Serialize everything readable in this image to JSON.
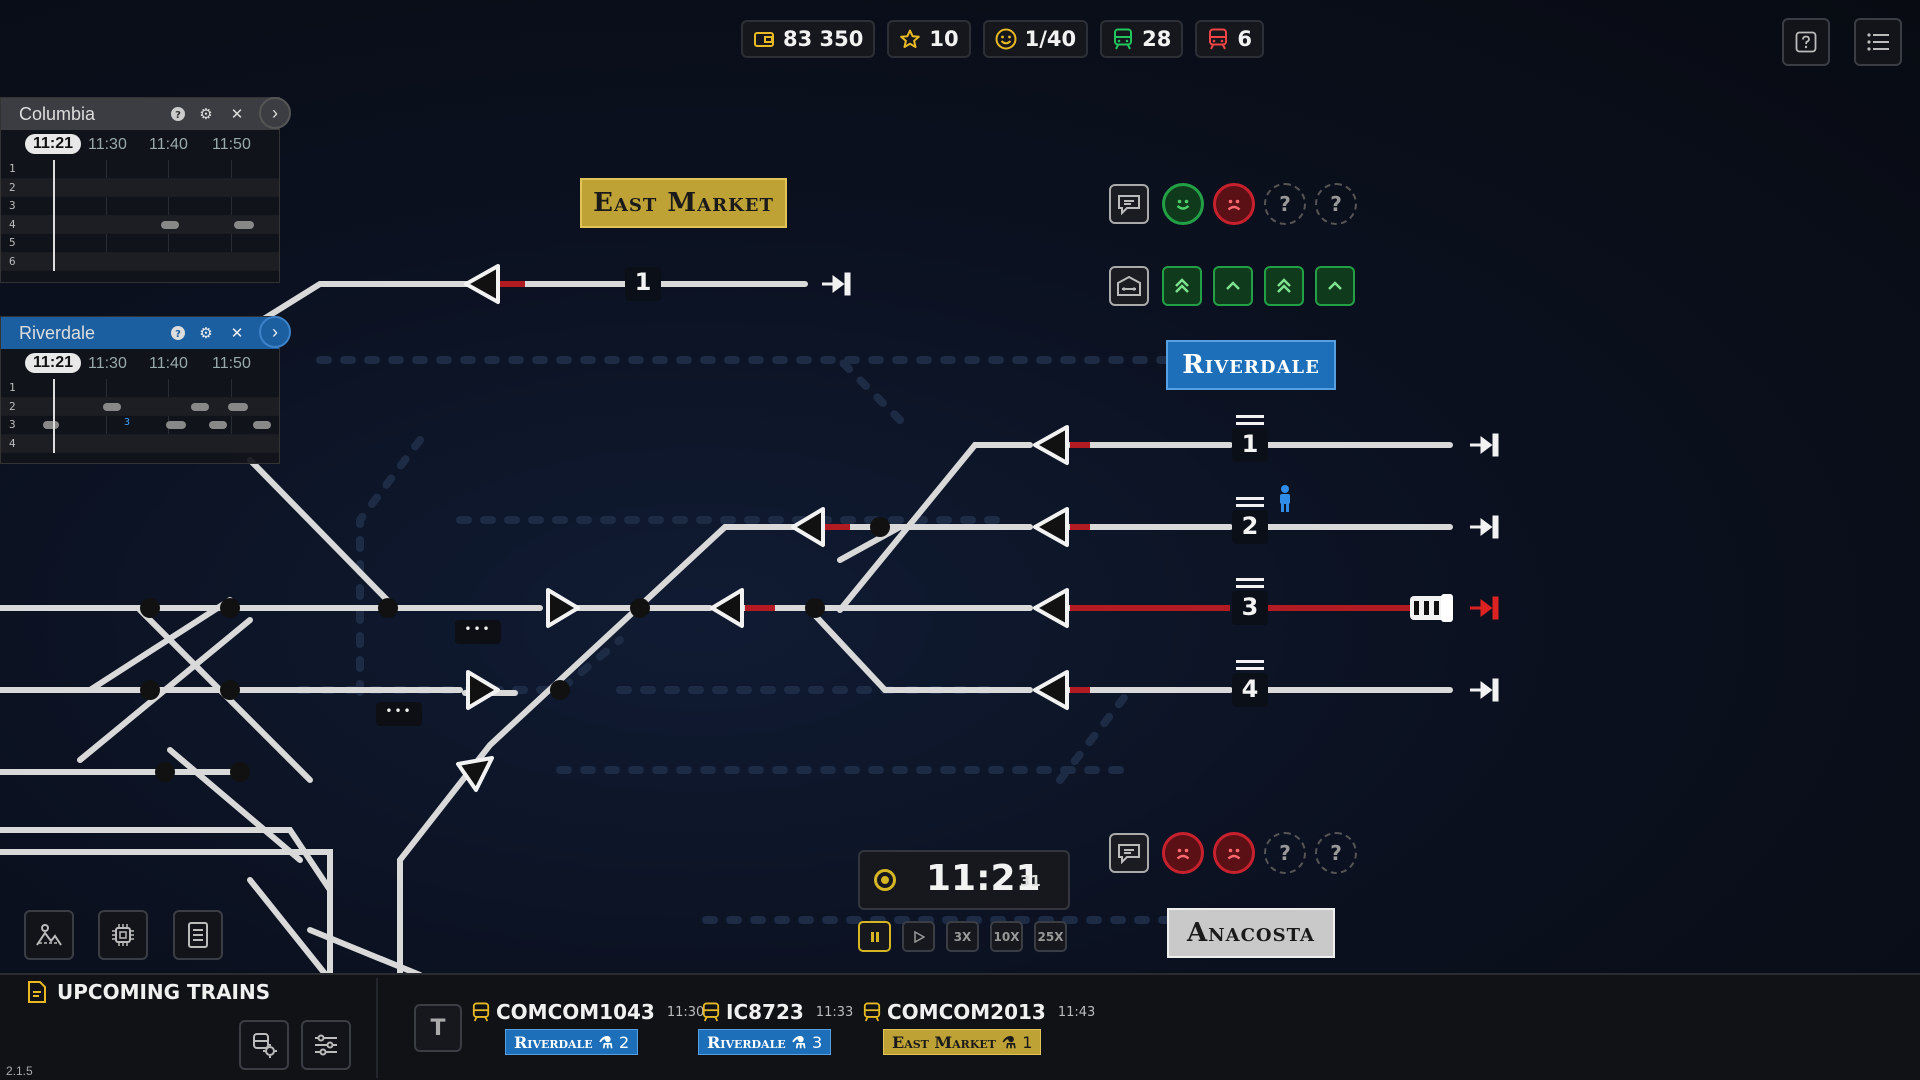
{
  "hud": {
    "money": "83 350",
    "stars": "10",
    "satisfaction": "1/40",
    "trains_on_time": "28",
    "trains_late": "6",
    "colors": {
      "money": "#e8b923",
      "stars": "#e8b923",
      "satisfaction": "#e8b923",
      "on_time": "#22c55e",
      "late": "#ef4444"
    }
  },
  "timetables": [
    {
      "station": "Columbia",
      "now": "11:21",
      "ticks": [
        "11:30",
        "11:40",
        "11:50"
      ],
      "rows": [
        "1",
        "2",
        "3",
        "4",
        "5",
        "6"
      ]
    },
    {
      "station": "Riverdale",
      "now": "11:21",
      "ticks": [
        "11:30",
        "11:40",
        "11:50"
      ],
      "rows": [
        "1",
        "2",
        "3",
        "4"
      ],
      "marker": "3"
    }
  ],
  "stations": {
    "east_market": "East Market",
    "riverdale": "Riverdale",
    "anacosta": "Anacosta"
  },
  "platforms": {
    "east_market": [
      "1"
    ],
    "riverdale": [
      "1",
      "2",
      "3",
      "4"
    ]
  },
  "badges": {
    "top_row": [
      "happy",
      "sad",
      "unknown",
      "unknown"
    ],
    "top_unknown": "?",
    "upgrades": [
      "double-up",
      "up",
      "double-up",
      "up"
    ],
    "bottom_row": [
      "sad",
      "sad",
      "unknown",
      "unknown"
    ]
  },
  "clock": {
    "time": "11:21",
    "seconds": "31",
    "speeds": [
      "3X",
      "10X",
      "25X"
    ]
  },
  "upcoming": {
    "title": "UPCOMING TRAINS",
    "train_button": "T",
    "trains": [
      {
        "id": "COMCOM1043",
        "time": "11:30",
        "dest": "Riverdale",
        "platform": "2",
        "style": "blue"
      },
      {
        "id": "IC8723",
        "time": "11:33",
        "dest": "Riverdale",
        "platform": "3",
        "style": "blue"
      },
      {
        "id": "COMCOM2013",
        "time": "11:43",
        "dest": "East Market",
        "platform": "1",
        "style": "gold"
      }
    ]
  },
  "version": "2.1.5",
  "ellipsis": "•••"
}
